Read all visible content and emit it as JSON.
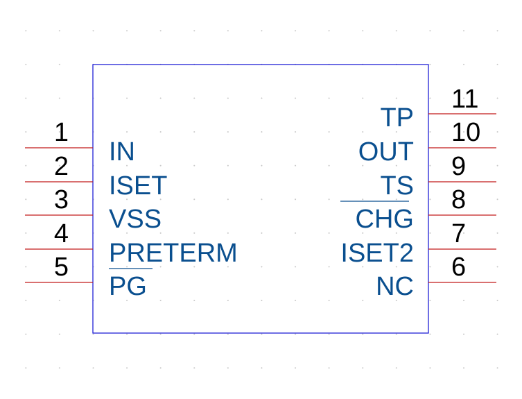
{
  "component": {
    "left_pins": [
      {
        "number": "1",
        "name": "IN",
        "active_low": false
      },
      {
        "number": "2",
        "name": "ISET",
        "active_low": false
      },
      {
        "number": "3",
        "name": "VSS",
        "active_low": false
      },
      {
        "number": "4",
        "name": "PRETERM",
        "active_low": false
      },
      {
        "number": "5",
        "name": "PG",
        "active_low": true
      }
    ],
    "right_pins": [
      {
        "number": "11",
        "name": "TP",
        "active_low": false
      },
      {
        "number": "10",
        "name": "OUT",
        "active_low": false
      },
      {
        "number": "9",
        "name": "TS",
        "active_low": false
      },
      {
        "number": "8",
        "name": "CHG",
        "active_low": true
      },
      {
        "number": "7",
        "name": "ISET2",
        "active_low": false
      },
      {
        "number": "6",
        "name": "NC",
        "active_low": false
      }
    ]
  },
  "colors": {
    "body_outline": "#1f1fd6",
    "pin_line": "#c21a1a",
    "pin_name": "#0a4f8f",
    "pin_number": "#000000",
    "grid_dot": "#c8c8c8"
  }
}
